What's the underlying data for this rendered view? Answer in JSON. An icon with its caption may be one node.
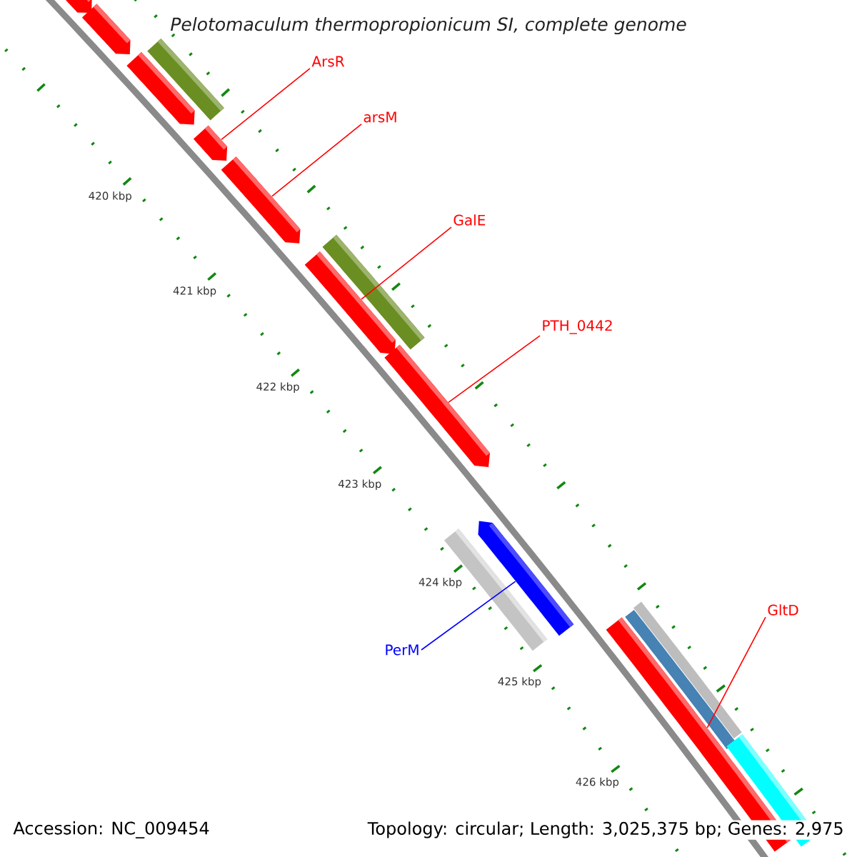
{
  "diagram": {
    "title": "Pelotomaculum thermopropionicum SI, complete genome",
    "nodes": [
      {
        "text": [
          "ArsR"
        ]
      },
      {
        "text": [
          "arsM"
        ]
      },
      {
        "text": [
          "GalE"
        ]
      },
      {
        "text": [
          "PTH_0442"
        ]
      },
      {
        "text": [
          "PerM"
        ]
      },
      {
        "text": [
          "GltD"
        ]
      },
      {
        "text": [],
        "shape": "bar"
      },
      {
        "text": [],
        "shape": "bar"
      },
      {
        "text": [],
        "shape": "bar"
      },
      {
        "text": [],
        "shape": "bar"
      },
      {
        "text": [],
        "shape": "bar"
      },
      {
        "text": [],
        "shape": "bar"
      }
    ],
    "edges": [
      {
        "from": 0,
        "to": 6,
        "arrow": "none"
      },
      {
        "from": 1,
        "to": 7,
        "arrow": "none"
      },
      {
        "from": 2,
        "to": 8,
        "arrow": "none"
      },
      {
        "from": 3,
        "to": 9,
        "arrow": "none"
      },
      {
        "from": 4,
        "to": 10,
        "arrow": "none",
        "color": "#0000ff"
      },
      {
        "from": 5,
        "to": 11,
        "arrow": "none"
      }
    ],
    "labels": [
      "420 kbp",
      "421 kbp",
      "422 kbp",
      "423 kbp",
      "424 kbp",
      "425 kbp",
      "426 kbp",
      "Accession: NC_009454",
      "Topology: circular; Length: 3,025,375 bp; Genes: 2,975"
    ]
  }
}
